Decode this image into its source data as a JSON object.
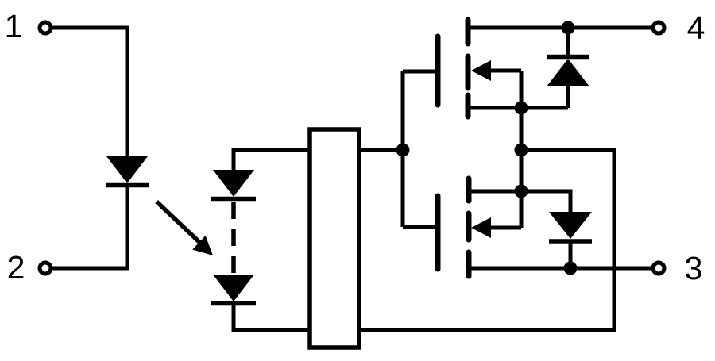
{
  "diagram": {
    "kind": "optocoupler-solid-state-relay-schematic",
    "background": "#ffffff",
    "line_color": "#000000"
  },
  "pins": [
    {
      "number": "1",
      "position": "top-left"
    },
    {
      "number": "2",
      "position": "bottom-left"
    },
    {
      "number": "3",
      "position": "bottom-right"
    },
    {
      "number": "4",
      "position": "top-right"
    }
  ],
  "symbols": {
    "input_led": "diode-pointing-down",
    "emission_arrow": "arrow-down-right",
    "photodiode_array": "two-diodes-with-dashed-link",
    "control_block": "rectangle",
    "mosfet_top": "mosfet-with-left-body-arrow",
    "mosfet_bottom": "mosfet-with-left-body-arrow",
    "body_diode_top": "diode-pointing-up",
    "body_diode_bottom": "diode-pointing-down"
  }
}
